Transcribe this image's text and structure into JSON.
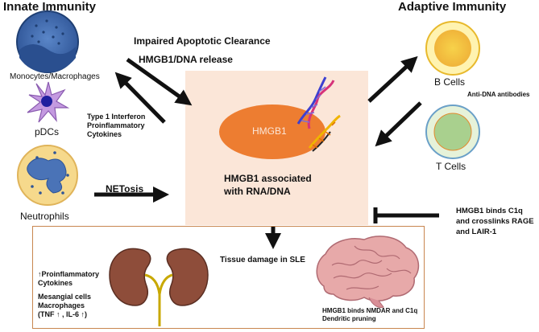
{
  "innate": {
    "title": "Innate Immunity",
    "monocytes": "Monocytes/Macrophages",
    "pdcs": "pDCs",
    "neutrophils": "Neutrophils"
  },
  "adaptive": {
    "title": "Adaptive Immunity",
    "b_cells": "B Cells",
    "t_cells": "T Cells",
    "anti_dna": "Anti-DNA antibodies"
  },
  "top_labels": {
    "impaired": "Impaired Apoptotic Clearance",
    "release": "HMGB1/DNA release"
  },
  "type1": [
    "Type 1 Interferon",
    "Proinflammatory",
    "Cytokines"
  ],
  "netosis": "NETosis",
  "center": {
    "hmgb1": "HMGB1",
    "assoc_line1": "HMGB1 associated",
    "assoc_line2": "with RNA/DNA"
  },
  "c1q": [
    "HMGB1 binds C1q",
    "and crosslinks RAGE",
    "and LAIR-1"
  ],
  "bottom": {
    "tissue": "Tissue damage in SLE",
    "proinf": [
      "↑Proinflammatory",
      "Cytokines"
    ],
    "mesangial": [
      "Mesangial cells",
      "Macrophages",
      "(TNF ↑ , IL-6 ↑)"
    ],
    "brain": [
      "HMGB1 binds NMDAR and C1q",
      "Dendritic pruning"
    ]
  },
  "colors": {
    "center_bg": "#fbe6d8",
    "hmgb1_ellipse": "#ed7d31",
    "box_border": "#c8864f",
    "arrow": "#111111",
    "monocyte": "#4a73b7",
    "neutrophil_bg": "#f6d98c",
    "b_cell": "#f2c94c",
    "t_cell": "#a9d08e",
    "kidney": "#8e4d3a",
    "brain": "#e7a9a9"
  },
  "icons": [
    "monocyte-cell-icon",
    "pdc-cell-icon",
    "neutrophil-cell-icon",
    "b-cell-icon",
    "t-cell-icon",
    "dna-helix-icon",
    "kidneys-icon",
    "brain-icon"
  ]
}
